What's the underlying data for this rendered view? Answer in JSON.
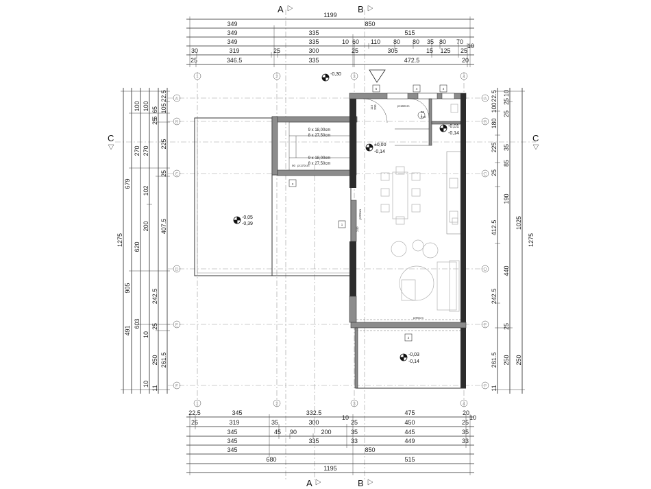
{
  "sections": {
    "a_top": "A",
    "b_top": "B",
    "a_bottom": "A",
    "b_bottom": "B",
    "c_left": "C",
    "c_right": "C"
  },
  "top_dims": {
    "r1": [
      "1199"
    ],
    "r2": [
      "349",
      "850"
    ],
    "r3": [
      "349",
      "335",
      "515"
    ],
    "r4": [
      "349",
      "335",
      "10",
      "60",
      "110",
      "80",
      "80",
      "35",
      "80",
      "70",
      "10"
    ],
    "r5": [
      "30",
      "319",
      "25",
      "300",
      "25",
      "305",
      "15",
      "125",
      "25"
    ],
    "r6": [
      "25",
      "346.5",
      "335",
      "472.5",
      "20"
    ]
  },
  "bottom_dims": {
    "r1": [
      "22.5",
      "345",
      "332.5",
      "10",
      "475",
      "20",
      "10"
    ],
    "r2": [
      "26",
      "319",
      "35",
      "300",
      "25",
      "450",
      "25"
    ],
    "r3": [
      "345",
      "45",
      "90",
      "200",
      "35",
      "445",
      "35"
    ],
    "r4": [
      "345",
      "335",
      "33",
      "449",
      "33"
    ],
    "r5": [
      "345",
      "850"
    ],
    "r6": [
      "680",
      "515"
    ],
    "r7": [
      "1195"
    ]
  },
  "left_dims": {
    "c1": [
      "1275"
    ],
    "c2": [
      "679",
      "905",
      "491"
    ],
    "c3": [
      "100",
      "270",
      "620",
      "603",
      "10"
    ],
    "c4": [
      "100",
      "270",
      "102",
      "200",
      "242.5",
      "25",
      "250",
      "11"
    ],
    "c5": [
      "5",
      "65",
      "25",
      "225",
      "25",
      "407.5",
      "10",
      "261.5"
    ],
    "c6": [
      "22.5",
      "105"
    ]
  },
  "right_dims": {
    "c1": [
      "22.5",
      "100",
      "180",
      "225",
      "35",
      "25",
      "85",
      "190",
      "412.5",
      "440",
      "242.5",
      "25",
      "261.5",
      "11"
    ],
    "c2": [
      "10",
      "25",
      "25",
      "1025",
      "250",
      "250"
    ],
    "c3": [
      "1275"
    ]
  },
  "grid_labels": {
    "axis_1": "1",
    "axis_2": "2",
    "axis_3": "3",
    "axis_4": "4",
    "axis_a": "A",
    "axis_b": "B",
    "axis_c": "C",
    "axis_d": "D",
    "axis_e": "E",
    "axis_f": "F"
  },
  "levels": {
    "top_mark": "-0,30",
    "terrace_left_1": "-0,05",
    "terrace_left_2": "-0,39",
    "entry_1": "±0,00",
    "entry_2": "-0,14",
    "wc_1": "-0,01",
    "wc_2": "-0,14",
    "terrace_bottom_1": "-0,03",
    "terrace_bottom_2": "-0,14"
  },
  "stair": {
    "upper_1": "9 x 18,00cm",
    "upper_2": "8 x 27,50cm",
    "lower_1": "9 x 18,00cm",
    "lower_2": "8 x 27,50cm"
  },
  "tags": {
    "t1": "1",
    "t2": "2",
    "t3": "3",
    "t4a": "4",
    "t4b": "4",
    "t5": "5"
  },
  "notes": {
    "door_top": "pr160cm",
    "wc_a": "80",
    "wc_b": "210",
    "wc_num": "2",
    "stair_door": "pr170cm",
    "stair_door_b": "90",
    "side_door": "pr90cm",
    "side_door_b": "240",
    "bottom_door": "pr90cm",
    "entry_small": "115",
    "entry_small_b": "200"
  }
}
